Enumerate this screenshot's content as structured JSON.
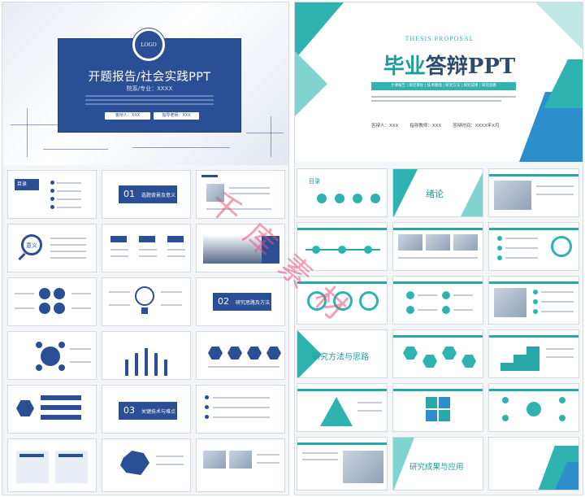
{
  "left": {
    "logo": "LOGO",
    "title": "开题报告/社会实践PPT",
    "subtitle": "院系/专业：XXXX",
    "pills": [
      "答辩人：XXX",
      "指导老师：XXX"
    ],
    "section_01": {
      "num": "01",
      "label": "选题背景及意义"
    },
    "section_02": {
      "num": "02",
      "label": "研究思路及方法"
    },
    "section_03": {
      "num": "03",
      "label": "关键技术与难点"
    },
    "toc_label": "目录",
    "badge_meaning": "意义"
  },
  "right": {
    "thesis_en": "THESIS PROPOSAL",
    "title_colored": "毕业",
    "title_dark": "答辩PPT",
    "tag_strip": "大课报告 | 研究目标 | 技术路线 | 研究方法 | 研究成果 | 研究思路",
    "meta": [
      "答辩人：XXX",
      "指导教师：XXX",
      "答辩时间：XXXX年X月"
    ],
    "toc_label": "目录",
    "intro_label": "绪论",
    "method_label": "研究方法与思路",
    "results_label": "研究成果与应用"
  },
  "watermark": "千库素材",
  "colors": {
    "navy": "#2a4f94",
    "teal": "#2fb3b0",
    "pink": "#e85078"
  }
}
